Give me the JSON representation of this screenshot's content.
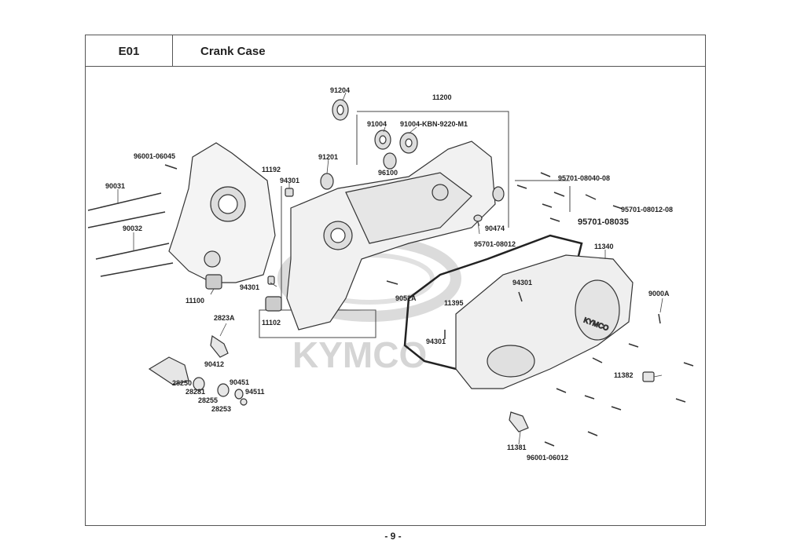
{
  "header": {
    "code": "E01",
    "title": "Crank Case"
  },
  "footer": {
    "page": "- 9 -"
  },
  "watermark": {
    "text": "KYMCO"
  },
  "labels": {
    "p91204": "91204",
    "p11200": "11200",
    "p91004": "91004",
    "p91004kbn": "91004-KBN-9220-M1",
    "p96001_06045": "96001-06045",
    "p91201": "91201",
    "p11192": "11192",
    "p94301a": "94301",
    "p96100": "96100",
    "p95701_08040": "95701-08040-08",
    "p90031": "90031",
    "p95701_08012_08": "95701-08012-08",
    "p95701_08035": "95701-08035",
    "p90032": "90032",
    "p90474": "90474",
    "p95701_08012": "95701-08012",
    "p11340": "11340",
    "p94301b": "94301",
    "p11100": "11100",
    "p94301c": "94301",
    "p9052a": "9052A",
    "p11395": "11395",
    "p9000a": "9000A",
    "p11102": "11102",
    "p2823a": "2823A",
    "p94301d": "94301",
    "p90412": "90412",
    "p11382": "11382",
    "p28250": "28250",
    "p90451": "90451",
    "p28281": "28281",
    "p94511": "94511",
    "p28255": "28255",
    "p28253": "28253",
    "p11381": "11381",
    "p96001_06012": "96001-06012"
  }
}
